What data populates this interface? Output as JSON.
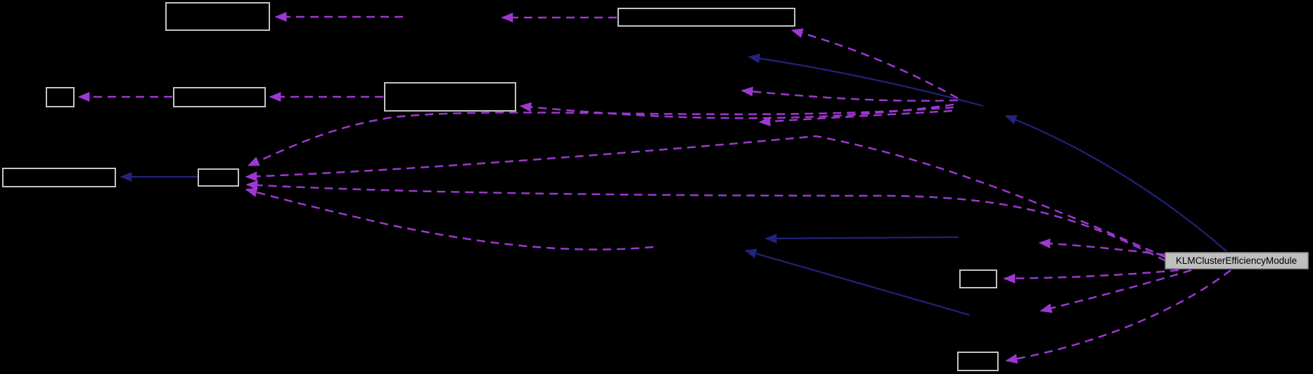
{
  "diagram": {
    "type": "collaboration-graph",
    "main_node": {
      "label": "KLMClusterEfficiencyModule"
    },
    "nodes": [
      {
        "id": "box-top-left",
        "label": ""
      },
      {
        "id": "box-top-wide",
        "label": ""
      },
      {
        "id": "box-mid-small-left",
        "label": ""
      },
      {
        "id": "box-mid-left",
        "label": ""
      },
      {
        "id": "box-mid-center",
        "label": ""
      },
      {
        "id": "box-lower-left-wide",
        "label": ""
      },
      {
        "id": "box-lower-left-small",
        "label": ""
      },
      {
        "id": "box-right-small-upper",
        "label": ""
      },
      {
        "id": "box-right-small-lower",
        "label": ""
      }
    ],
    "edge_kinds": [
      {
        "name": "usage-edge",
        "style": "dashed",
        "color": "#9d38d2"
      },
      {
        "name": "inheritance-edge",
        "style": "solid",
        "color": "#22227f"
      }
    ],
    "colors": {
      "background": "#000000",
      "node_border": "#c4c4c4",
      "node_fill": "#000000",
      "usage_edge": "#9d38d2",
      "inheritance_edge": "#22227f",
      "main_node_fill": "#bfbfbf",
      "main_node_border": "#8a8a8a",
      "main_node_text": "#000000"
    }
  }
}
